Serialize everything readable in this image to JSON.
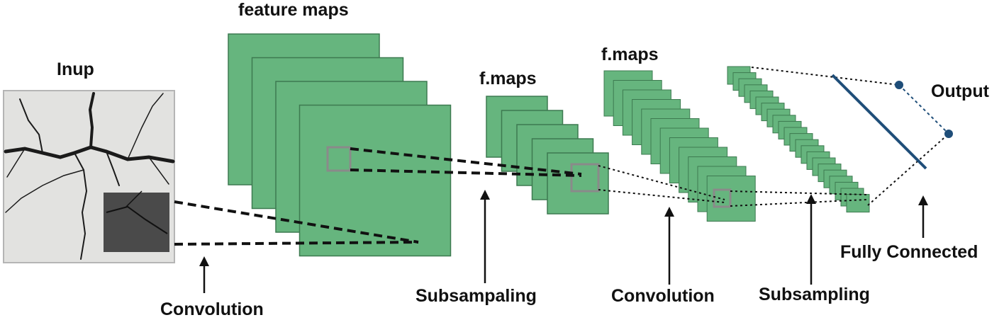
{
  "labels": {
    "input": "Inup",
    "feature_maps": "feature maps",
    "fmaps_1": "f.maps",
    "fmaps_2": "f.maps",
    "output": "Output",
    "convolution_1": "Convolution",
    "subsampling_1": "Subsampaling",
    "convolution_2": "Convolution",
    "subsampling_2": "Subsampling",
    "fully_connected": "Fully Connected"
  },
  "colors": {
    "map_fill": "#66b57e",
    "map_stroke": "#3d7a50",
    "receptive_field": "#8a8a8a",
    "input_bg": "#e2e2e0",
    "input_patch": "#4a4a4a",
    "crack": "#1b1b1b",
    "fc_line": "#1f4e79",
    "output_node": "#1f4e79",
    "text": "#111111"
  },
  "layers": [
    {
      "name": "input",
      "count": 1
    },
    {
      "name": "convolution",
      "count": 4
    },
    {
      "name": "subsampling",
      "count": 5
    },
    {
      "name": "convolution",
      "count": 12
    },
    {
      "name": "subsampling",
      "count": 22
    },
    {
      "name": "fully-connected",
      "count": 1
    },
    {
      "name": "output",
      "count": 2
    }
  ]
}
